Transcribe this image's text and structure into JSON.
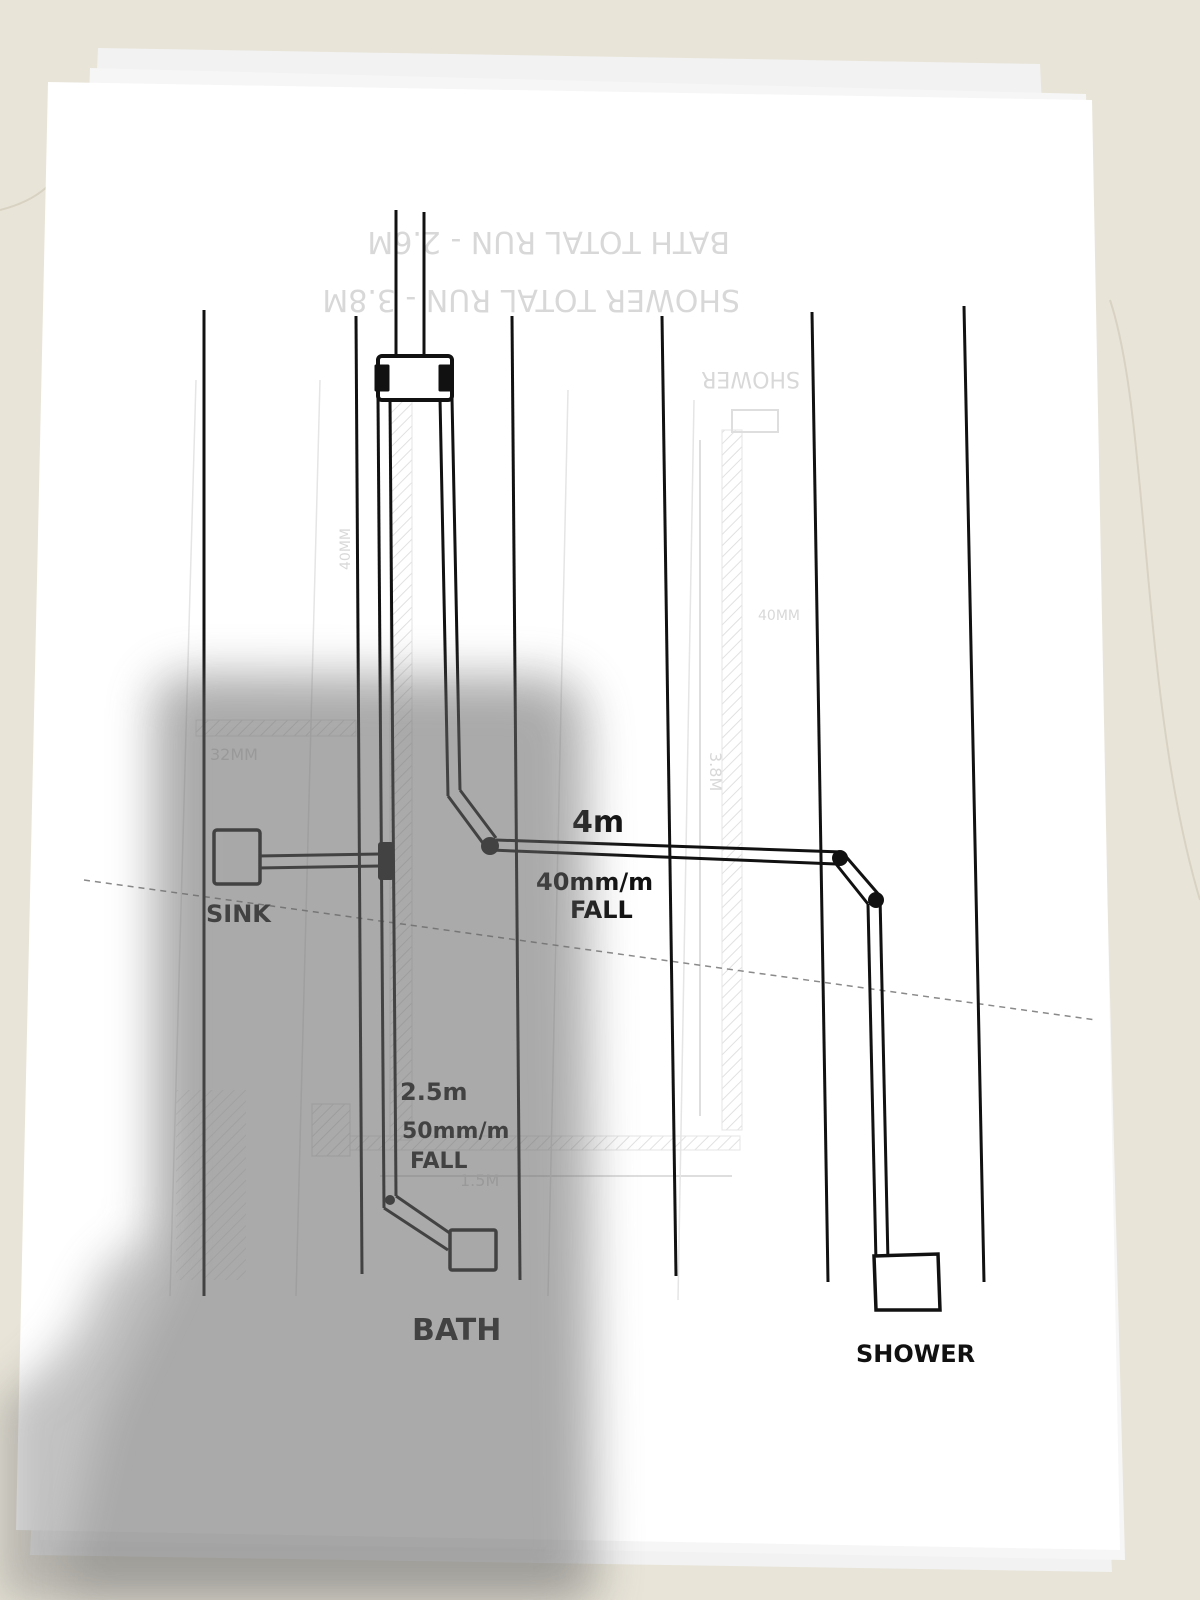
{
  "colors": {
    "background": "#e8e4d8",
    "paper": "#ffffff",
    "ink": "#111111",
    "faint_pencil": "#b8b8b8",
    "shadow": "#7a7a7a"
  },
  "labels": {
    "sink": "SINK",
    "bath": "BATH",
    "shower": "SHOWER",
    "main_run_length": "4m",
    "main_run_fall_rate": "40mm/m",
    "main_run_fall_word": "FALL",
    "bath_run_length": "2.5m",
    "bath_run_fall_rate": "50mm/m",
    "bath_run_fall_word": "FALL"
  },
  "show_through": {
    "line1": "BATH TOTAL RUN - 2.6M",
    "line2": "SHOWER TOTAL RUN - 3.8M",
    "shower_label": "SHOWER",
    "dim1": "40MM",
    "dim2": "40MM",
    "dim3": "32MM",
    "dim4": "3.8M",
    "dim5": "1.5M"
  }
}
